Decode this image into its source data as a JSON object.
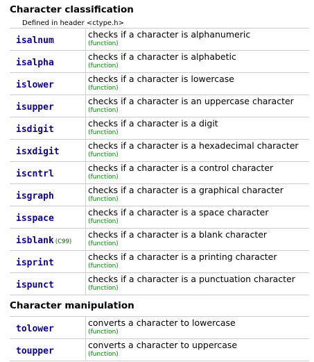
{
  "classification": {
    "heading": "Character classification",
    "defined_in": "Defined in header <ctype.h>",
    "rows": [
      {
        "name": "isalnum",
        "std": "",
        "desc": "checks if a character is alphanumeric",
        "kind": "(function)"
      },
      {
        "name": "isalpha",
        "std": "",
        "desc": "checks if a character is alphabetic",
        "kind": "(function)"
      },
      {
        "name": "islower",
        "std": "",
        "desc": "checks if a character is lowercase",
        "kind": "(function)"
      },
      {
        "name": "isupper",
        "std": "",
        "desc": "checks if a character is an uppercase character",
        "kind": "(function)"
      },
      {
        "name": "isdigit",
        "std": "",
        "desc": "checks if a character is a digit",
        "kind": "(function)"
      },
      {
        "name": "isxdigit",
        "std": "",
        "desc": "checks if a character is a hexadecimal character",
        "kind": "(function)"
      },
      {
        "name": "iscntrl",
        "std": "",
        "desc": "checks if a character is a control character",
        "kind": "(function)"
      },
      {
        "name": "isgraph",
        "std": "",
        "desc": "checks if a character is a graphical character",
        "kind": "(function)"
      },
      {
        "name": "isspace",
        "std": "",
        "desc": "checks if a character is a space character",
        "kind": "(function)"
      },
      {
        "name": "isblank",
        "std": "(C99)",
        "desc": "checks if a character is a blank character",
        "kind": "(function)"
      },
      {
        "name": "isprint",
        "std": "",
        "desc": "checks if a character is a printing character",
        "kind": "(function)"
      },
      {
        "name": "ispunct",
        "std": "",
        "desc": "checks if a character is a punctuation character",
        "kind": "(function)"
      }
    ]
  },
  "manipulation": {
    "heading": "Character manipulation",
    "rows": [
      {
        "name": "tolower",
        "std": "",
        "desc": "converts a character to lowercase",
        "kind": "(function)"
      },
      {
        "name": "toupper",
        "std": "",
        "desc": "converts a character to uppercase",
        "kind": "(function)"
      }
    ]
  },
  "colors": {
    "link": "#0b0080",
    "function_tag": "#008000",
    "rule": "#cccccc"
  }
}
